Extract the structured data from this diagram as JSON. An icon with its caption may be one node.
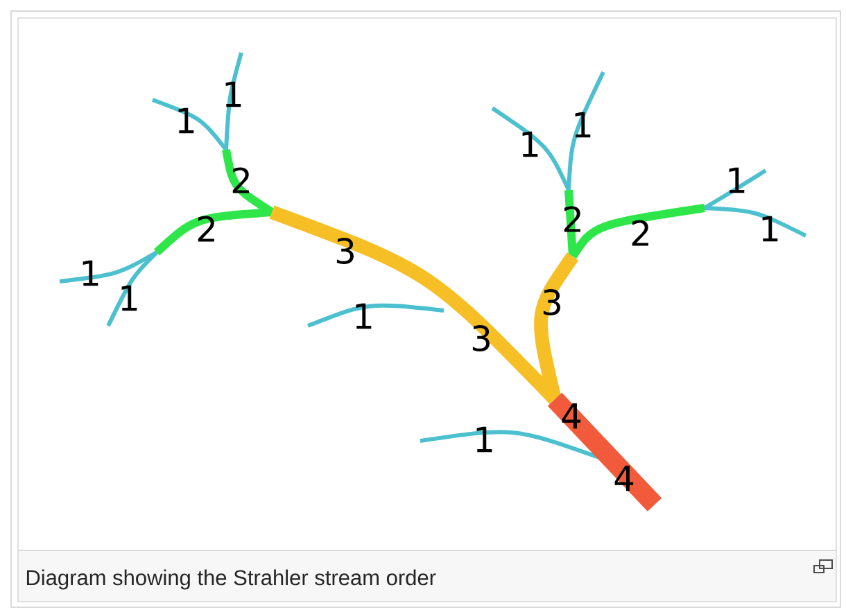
{
  "diagram": {
    "caption": "Diagram showing the Strahler stream order",
    "labels": [
      "1",
      "1",
      "1",
      "1",
      "2",
      "1",
      "2",
      "2",
      "1",
      "2",
      "3",
      "1",
      "1",
      "3",
      "1",
      "3",
      "4",
      "1",
      "4"
    ]
  }
}
